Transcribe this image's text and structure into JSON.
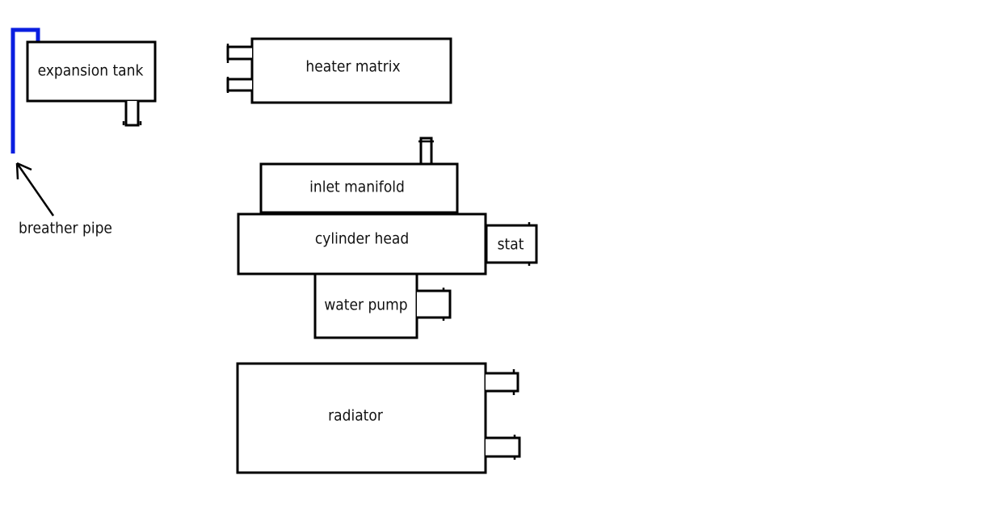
{
  "diagram": {
    "title": "Engine cooling system components",
    "components": {
      "expansion_tank": "expansion tank",
      "heater_matrix": "heater matrix",
      "inlet_manifold": "inlet manifold",
      "cylinder_head": "cylinder head",
      "stat": "stat",
      "water_pump": "water pump",
      "radiator": "radiator"
    },
    "annotations": {
      "breather_pipe": "breather pipe"
    },
    "colors": {
      "breather_pipe": "#0a1ee0",
      "outline": "#000000",
      "background": "#ffffff"
    }
  }
}
